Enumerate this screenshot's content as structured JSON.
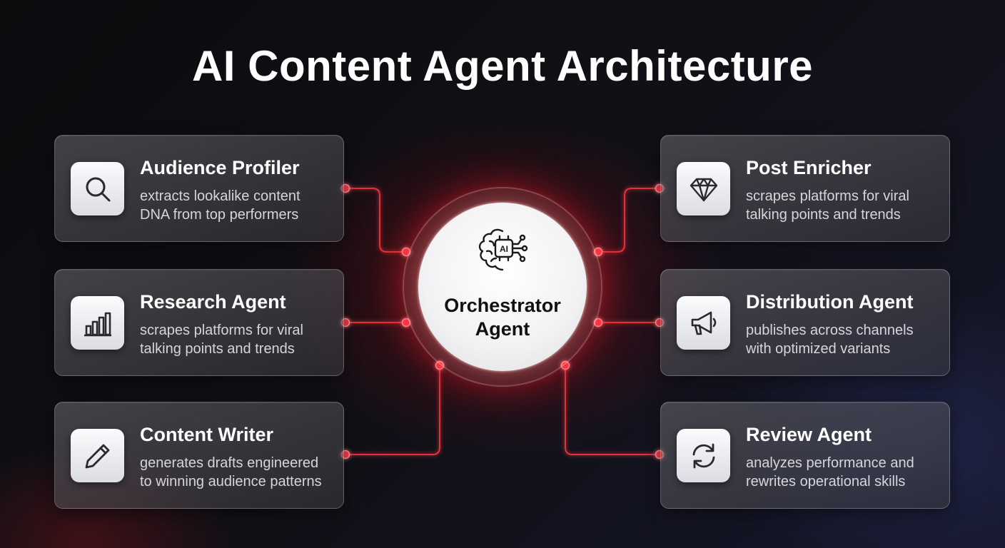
{
  "title": "AI Content Agent Architecture",
  "hub": {
    "label_line1": "Orchestrator",
    "label_line2": "Agent",
    "icon": "brain-circuit-ai-icon",
    "icon_text": "AI"
  },
  "colors": {
    "accent": "#ff2a3a",
    "connector": "#e0303b",
    "card_title": "#ffffff",
    "card_text": "#d6d6da"
  },
  "agents": [
    {
      "name": "Audience Profiler",
      "desc_line1": "extracts lookalike content",
      "desc_line2": "DNA from top performers",
      "icon": "magnifier-icon"
    },
    {
      "name": "Research Agent",
      "desc_line1": "scrapes platforms for viral",
      "desc_line2": "talking points and trends",
      "icon": "bar-chart-icon"
    },
    {
      "name": "Content Writer",
      "desc_line1": "generates drafts engineered",
      "desc_line2": "to winning audience patterns",
      "icon": "pencil-icon"
    },
    {
      "name": "Post Enricher",
      "desc_line1": "scrapes platforms for viral",
      "desc_line2": "talking points and trends",
      "icon": "diamond-icon"
    },
    {
      "name": "Distribution Agent",
      "desc_line1": "publishes across channels",
      "desc_line2": "with optimized variants",
      "icon": "megaphone-icon"
    },
    {
      "name": "Review Agent",
      "desc_line1": "analyzes performance and",
      "desc_line2": "rewrites operational skills",
      "icon": "refresh-icon"
    }
  ]
}
